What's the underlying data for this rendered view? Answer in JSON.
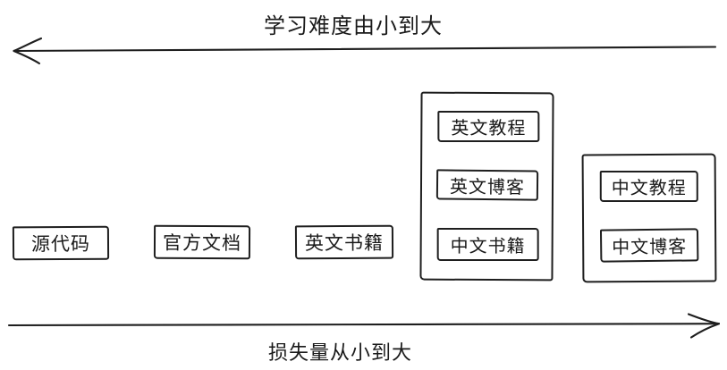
{
  "diagram": {
    "top_axis": {
      "label": "学习难度由小到大",
      "direction": "left"
    },
    "bottom_axis": {
      "label": "损失量从小到大",
      "direction": "right"
    },
    "nodes": {
      "source_code": "源代码",
      "official_docs": "官方文档",
      "english_books": "英文书籍"
    },
    "group_left": {
      "items": {
        "english_tutorials": "英文教程",
        "english_blogs": "英文博客",
        "chinese_books": "中文书籍"
      }
    },
    "group_right": {
      "items": {
        "chinese_tutorials": "中文教程",
        "chinese_blogs": "中文博客"
      }
    },
    "colors": {
      "stroke": "#1e1e1e",
      "background": "#ffffff"
    }
  }
}
